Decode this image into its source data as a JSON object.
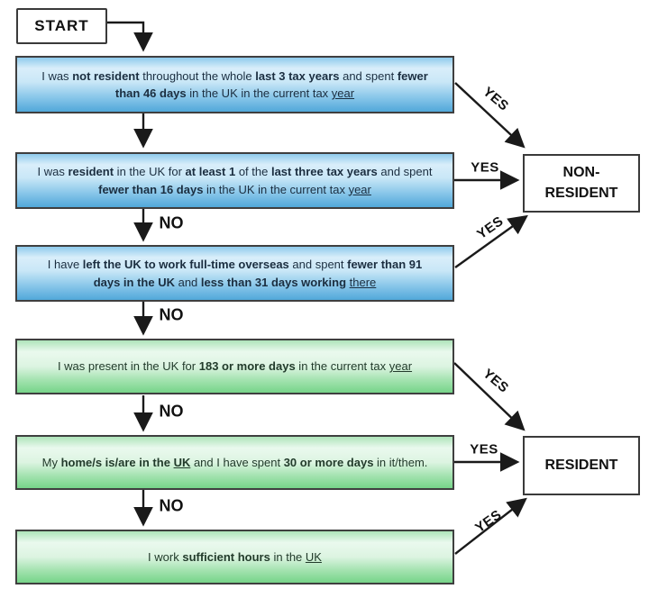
{
  "start": {
    "label": "START"
  },
  "labels": {
    "yes": "YES",
    "no": "NO"
  },
  "questions": [
    {
      "id": "q1",
      "theme": "blue",
      "yes_target": "NON-RESIDENT",
      "segments": [
        {
          "t": "I was "
        },
        {
          "t": "not resident",
          "b": true
        },
        {
          "t": " throughout the whole "
        },
        {
          "t": "last 3 tax years",
          "b": true
        },
        {
          "t": " and spent "
        },
        {
          "t": "fewer than 46 days",
          "b": true
        },
        {
          "t": " in the UK in the current tax "
        },
        {
          "t": "year",
          "u": true
        }
      ]
    },
    {
      "id": "q2",
      "theme": "blue",
      "yes_target": "NON-RESIDENT",
      "segments": [
        {
          "t": "I was "
        },
        {
          "t": "resident",
          "b": true
        },
        {
          "t": " in the UK for "
        },
        {
          "t": "at least 1",
          "b": true
        },
        {
          "t": " of the "
        },
        {
          "t": "last three tax years",
          "b": true
        },
        {
          "t": " and spent "
        },
        {
          "t": "fewer than 16 days",
          "b": true
        },
        {
          "t": " in the UK in the current tax "
        },
        {
          "t": "year",
          "u": true
        }
      ]
    },
    {
      "id": "q3",
      "theme": "blue",
      "yes_target": "NON-RESIDENT",
      "segments": [
        {
          "t": "I have "
        },
        {
          "t": "left the UK to work full-time overseas",
          "b": true
        },
        {
          "t": " and spent "
        },
        {
          "t": "fewer than 91 days in the UK",
          "b": true
        },
        {
          "t": " and "
        },
        {
          "t": "less than 31 days working",
          "b": true
        },
        {
          "t": " "
        },
        {
          "t": "there",
          "u": true
        }
      ]
    },
    {
      "id": "q4",
      "theme": "green",
      "yes_target": "RESIDENT",
      "segments": [
        {
          "t": "I was present in the UK for "
        },
        {
          "t": "183 or more days",
          "b": true
        },
        {
          "t": " in the current tax "
        },
        {
          "t": "year",
          "u": true
        }
      ]
    },
    {
      "id": "q5",
      "theme": "green",
      "yes_target": "RESIDENT",
      "segments": [
        {
          "t": "My "
        },
        {
          "t": "home/s is/are in the ",
          "b": true
        },
        {
          "t": "UK",
          "b": true,
          "u": true
        },
        {
          "t": " and I have spent "
        },
        {
          "t": "30 or more days",
          "b": true
        },
        {
          "t": " in it/them."
        }
      ]
    },
    {
      "id": "q6",
      "theme": "green",
      "yes_target": "RESIDENT",
      "segments": [
        {
          "t": "I work "
        },
        {
          "t": "sufficient hours",
          "b": true
        },
        {
          "t": " in the "
        },
        {
          "t": "UK",
          "u": true
        }
      ]
    }
  ],
  "outcomes": [
    {
      "id": "non-resident",
      "lines": [
        "NON-",
        "RESIDENT"
      ]
    },
    {
      "id": "resident",
      "lines": [
        "RESIDENT"
      ]
    }
  ],
  "colors": {
    "blue_box_top": "#d9eefa",
    "blue_box_bottom": "#51a8da",
    "green_box_top": "#eaf9ee",
    "green_box_bottom": "#76d489",
    "box_border": "#3f3f3f",
    "arrow": "#1a1a1a",
    "blue_text": "#1b2e40",
    "green_text": "#223b2b"
  }
}
